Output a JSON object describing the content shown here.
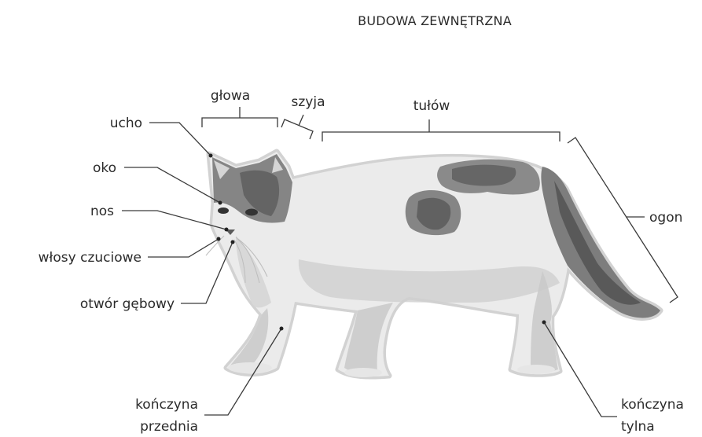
{
  "title": "BUDOWA ZEWNĘTRZNA",
  "labels": {
    "glowa": "głowa",
    "szyja": "szyja",
    "tulow": "tułów",
    "ogon": "ogon",
    "ucho": "ucho",
    "oko": "oko",
    "nos": "nos",
    "wlosy": "włosy czuciowe",
    "otwor": "otwór gębowy",
    "konczyna_przednia_1": "kończyna",
    "konczyna_przednia_2": "przednia",
    "konczyna_tylna_1": "kończyna",
    "konczyna_tylna_2": "tylna"
  },
  "colors": {
    "body": "#ebebeb",
    "shade": "#c9c9c9",
    "patch": "#858585",
    "dark": "#4f4f4f",
    "outline": "#d2d2d2"
  }
}
